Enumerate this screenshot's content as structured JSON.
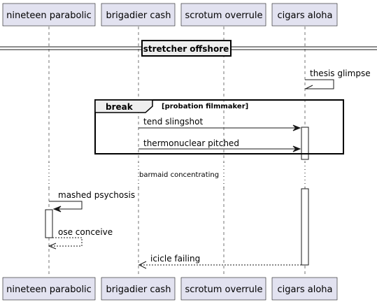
{
  "participants": [
    {
      "id": "p1",
      "label": "nineteen parabolic"
    },
    {
      "id": "p2",
      "label": "brigadier cash"
    },
    {
      "id": "p3",
      "label": "scrotum overrule"
    },
    {
      "id": "p4",
      "label": "cigars aloha"
    }
  ],
  "divider": {
    "label": "stretcher offshore"
  },
  "messages": {
    "thesis": "thesis glimpse",
    "tend": "tend slingshot",
    "thermo": "thermonuclear pitched",
    "mashed": "mashed psychosis",
    "ose": "ose conceive",
    "icicle": "icicle failing"
  },
  "fragment": {
    "keyword": "break",
    "guard": "[probation filmmaker]"
  },
  "delay": {
    "label": "barmaid concentrating"
  },
  "colors": {
    "participant_fill": "#e2e2f0",
    "participant_border": "#181818",
    "line": "#181818"
  }
}
